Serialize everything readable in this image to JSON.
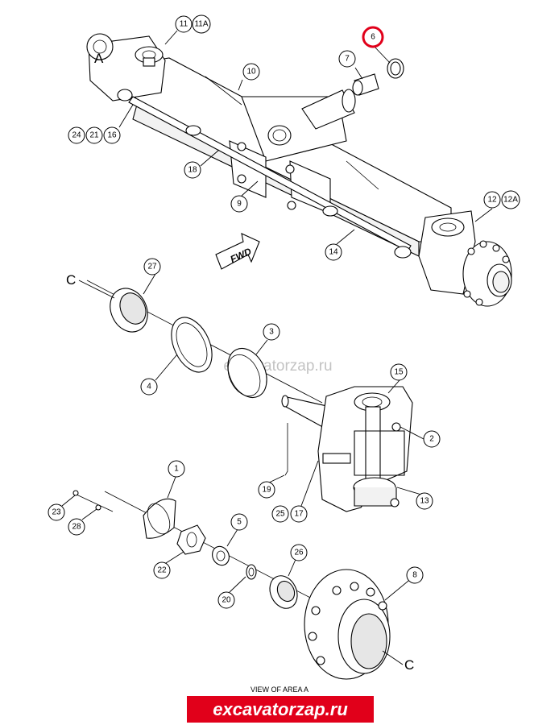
{
  "watermark": "excavatorzap.ru",
  "view_caption": "VIEW OF AREA A",
  "brand_banner": "excavatorzap.ru",
  "fwd_label": "FWD",
  "area_letters": {
    "a": "A",
    "c_top": "C",
    "c_bottom": "C"
  },
  "highlight_color": "#e1001a",
  "callouts": [
    {
      "id": "c11",
      "label": "11"
    },
    {
      "id": "c11a",
      "label": "11A"
    },
    {
      "id": "c6",
      "label": "6",
      "highlighted": true
    },
    {
      "id": "c7",
      "label": "7"
    },
    {
      "id": "c10",
      "label": "10"
    },
    {
      "id": "c24",
      "label": "24"
    },
    {
      "id": "c21",
      "label": "21"
    },
    {
      "id": "c16",
      "label": "16"
    },
    {
      "id": "c18",
      "label": "18"
    },
    {
      "id": "c9",
      "label": "9"
    },
    {
      "id": "c12",
      "label": "12"
    },
    {
      "id": "c12a",
      "label": "12A"
    },
    {
      "id": "c14",
      "label": "14"
    },
    {
      "id": "c27",
      "label": "27"
    },
    {
      "id": "c3",
      "label": "3"
    },
    {
      "id": "c4",
      "label": "4"
    },
    {
      "id": "c15",
      "label": "15"
    },
    {
      "id": "c2",
      "label": "2"
    },
    {
      "id": "c19",
      "label": "19"
    },
    {
      "id": "c25",
      "label": "25"
    },
    {
      "id": "c17",
      "label": "17"
    },
    {
      "id": "c13",
      "label": "13"
    },
    {
      "id": "c1",
      "label": "1"
    },
    {
      "id": "c23",
      "label": "23"
    },
    {
      "id": "c28",
      "label": "28"
    },
    {
      "id": "c5",
      "label": "5"
    },
    {
      "id": "c22",
      "label": "22"
    },
    {
      "id": "c26",
      "label": "26"
    },
    {
      "id": "c20",
      "label": "20"
    },
    {
      "id": "c8",
      "label": "8"
    }
  ]
}
